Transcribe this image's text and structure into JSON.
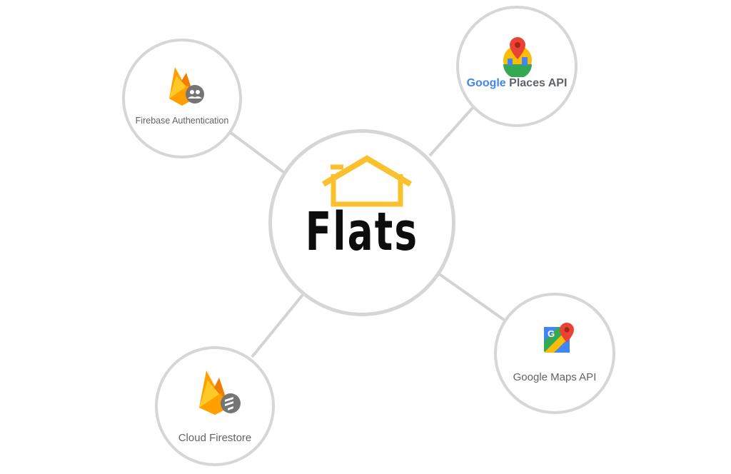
{
  "brand": {
    "name": "Flats",
    "accent": "#fbc02d"
  },
  "services": {
    "auth": {
      "label": "Firebase Authentication",
      "icon": "firebase-people-icon"
    },
    "places": {
      "label_brand": "Google",
      "label_rest": "Places API",
      "icon": "places-pin-icon"
    },
    "maps": {
      "label": "Google Maps API",
      "icon": "google-maps-icon"
    },
    "firestore": {
      "label": "Cloud Firestore",
      "icon": "firebase-firestore-icon"
    }
  },
  "colors": {
    "ring": "#d6d6d6",
    "connector": "#d3d3d3",
    "label_text": "#5f6368",
    "google_blue": "#4285f4",
    "google_red": "#ea4335",
    "google_yellow": "#fbbc05",
    "google_green": "#34a853"
  }
}
